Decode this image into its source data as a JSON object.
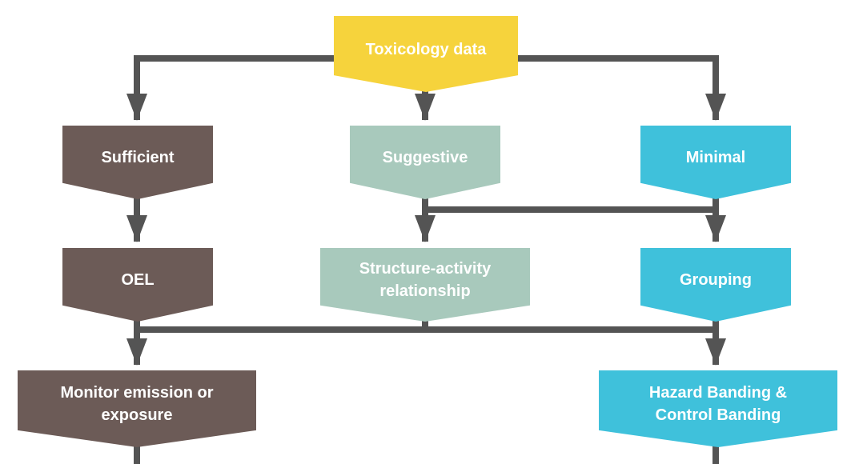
{
  "colors": {
    "line": "#545454",
    "yellow": "#F6D33C",
    "brown": "#6C5B57",
    "sage": "#A8C9BC",
    "cyan": "#3FC1DB",
    "text": "#FFFFFF"
  },
  "nodes": {
    "toxicology": "Toxicology data",
    "sufficient": "Sufficient",
    "suggestive": "Suggestive",
    "minimal": "Minimal",
    "oel": "OEL",
    "sar": "Structure-activity relationship",
    "grouping": "Grouping",
    "monitor": "Monitor emission or exposure",
    "hazard": "Hazard Banding & Control Banding"
  }
}
